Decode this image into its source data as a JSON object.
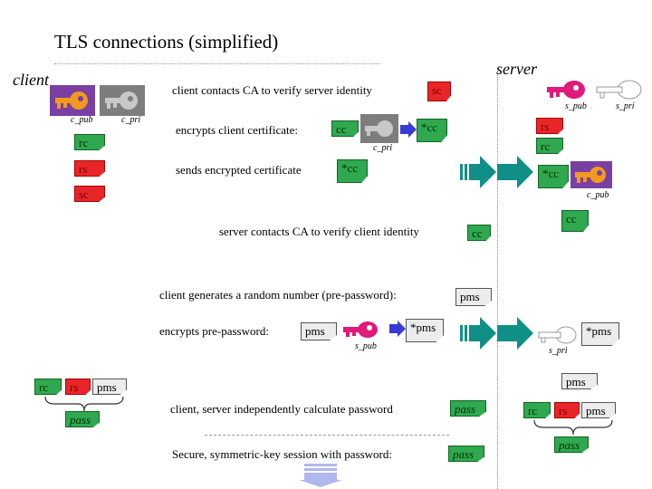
{
  "title": "TLS connections (simplified)",
  "parties": {
    "client": "client",
    "server": "server"
  },
  "keys": {
    "c_pub": "c_pub",
    "c_pri": "c_pri",
    "s_pub": "s_pub",
    "s_pri": "s_pri"
  },
  "tokens": {
    "rc": "rc",
    "rs": "rs",
    "sc": "sc",
    "cc": "cc",
    "enc_cc": "*cc",
    "pms": "pms",
    "enc_pms": "*pms",
    "pass": "pass"
  },
  "steps": {
    "s1": "client contacts CA to verify server identity",
    "s2": "encrypts client certificate:",
    "s3": "sends encrypted certificate",
    "s4": "server contacts CA to verify client identity",
    "s5": "client generates a random number (pre-password):",
    "s6": "encrypts pre-password:",
    "s7": "client, server independently calculate password",
    "s8": "Secure, symmetric-key session with password:"
  },
  "colors": {
    "red": "#e8262a",
    "green": "#2fa84f",
    "purple_card": "#7a3fa3",
    "gray_card": "#7d7d7d",
    "key_orange": "#f29a1f",
    "key_pink": "#e0197a",
    "arrow_teal": "#0f8f86",
    "arrow_blue": "#3a3ad6",
    "arrow_lilac": "#aeb8ee"
  },
  "icons": [
    "key-icon",
    "arrow-right-icon",
    "arrow-down-icon"
  ]
}
